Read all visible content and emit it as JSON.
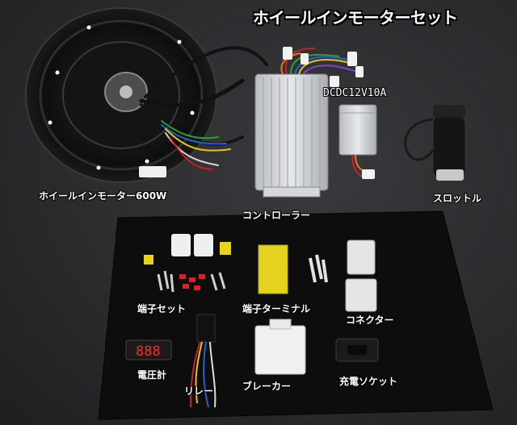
{
  "title": "ホイールインモーターセット",
  "labels": {
    "motor": "ホイールインモーター600W",
    "controller": "コントローラー",
    "dcdc": "DCDC12V10A",
    "throttle": "スロットル",
    "terminal_set": "端子セット",
    "terminal": "端子ターミナル",
    "connector": "コネクター",
    "voltmeter": "電圧計",
    "relay": "リレー",
    "breaker": "ブレーカー",
    "charge_socket": "充電ソケット"
  },
  "voltmeter_display": "888"
}
